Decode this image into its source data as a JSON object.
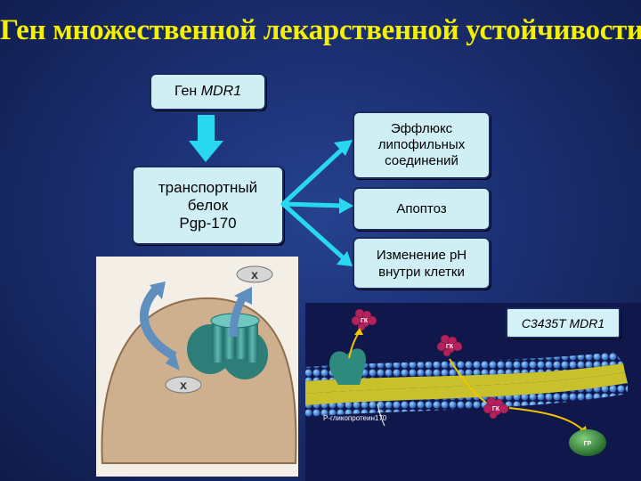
{
  "title": "Ген множественной лекарственной устойчивости",
  "gene_box": {
    "prefix": "Ген ",
    "name": "MDR1"
  },
  "transport_box": {
    "lines": [
      "транспортный",
      "белок",
      "Pgp-170"
    ]
  },
  "effect_boxes": {
    "efflux": [
      "Эффлюкс",
      "липофильных",
      "соединений"
    ],
    "apoptosis": "Апоптоз",
    "ph": [
      "Изменение рН",
      "внутри клетки"
    ]
  },
  "snp_box": "C3435T MDR1",
  "cell_image": {
    "marker_top": "x",
    "marker_bottom": "x"
  },
  "membrane_image": {
    "gk_label": "ГК",
    "gr_label": "ГР",
    "pgp_label": "Р-гликопротеин170"
  },
  "colors": {
    "title": "#f5f000",
    "box_fill": "#cfeff5",
    "arrow_cyan": "#29d8f0",
    "background": "#1b2f72"
  }
}
